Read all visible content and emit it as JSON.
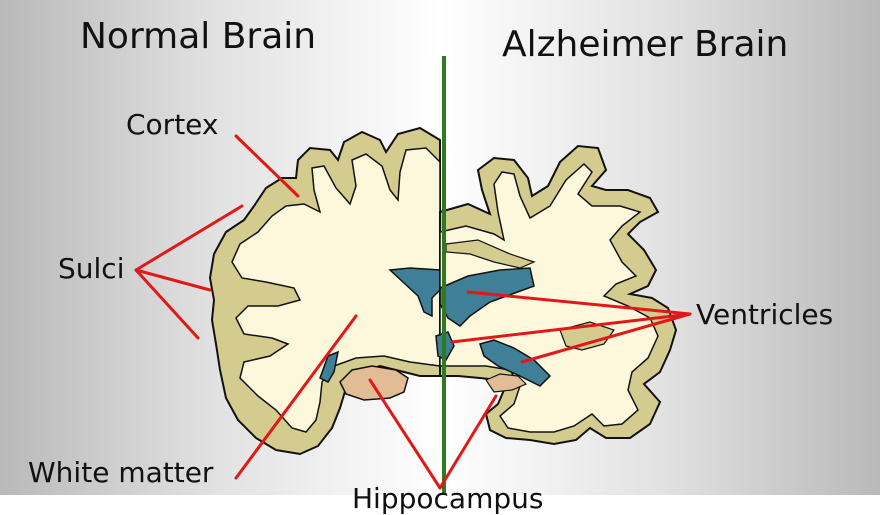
{
  "titles": {
    "normal": "Normal Brain",
    "alzheimer": "Alzheimer Brain"
  },
  "labels": {
    "cortex": "Cortex",
    "sulci": "Sulci",
    "ventricles": "Ventricles",
    "white_matter": "White matter",
    "hippocampus": "Hippocampus"
  },
  "colors": {
    "cortex_fill": "#d4cb8e",
    "white_matter_fill": "#fdf8dc",
    "ventricle_fill": "#3f7f97",
    "hippocampus_fill": "#e1bc94",
    "divider": "#2d7a1f",
    "pointer": "#e01818",
    "outline": "#111111"
  }
}
